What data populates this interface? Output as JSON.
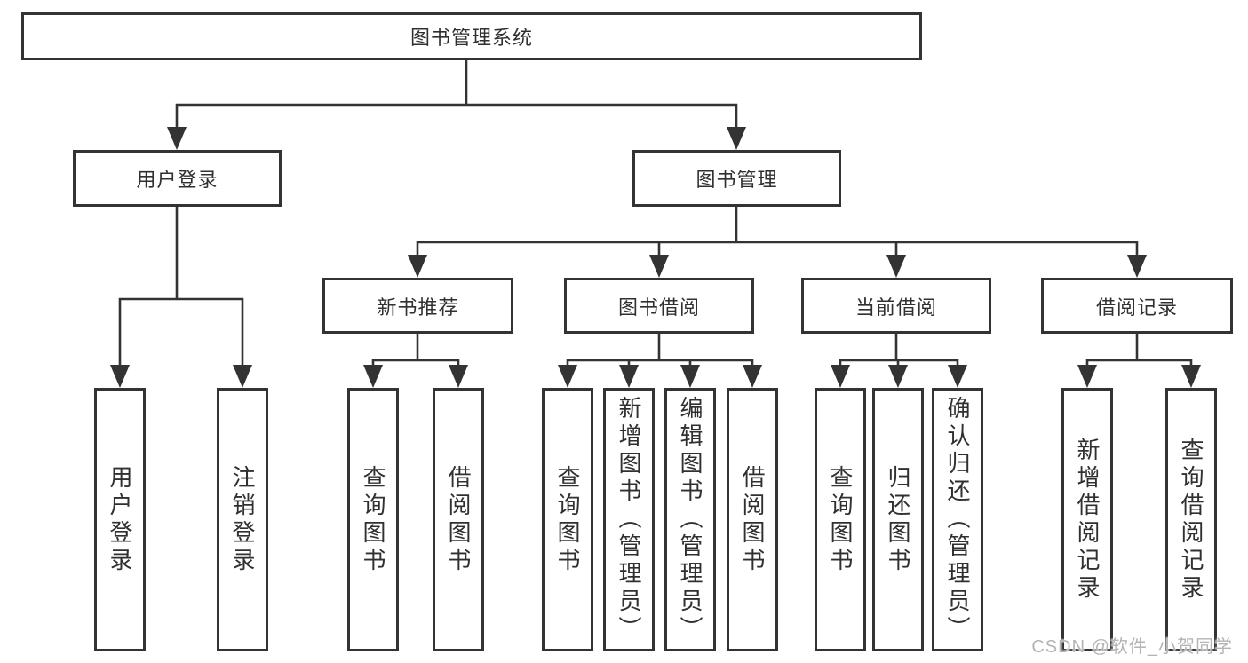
{
  "tree": {
    "root": {
      "label": "图书管理系统"
    },
    "branches": [
      {
        "label": "用户登录",
        "children": [
          {
            "label": "用户登录"
          },
          {
            "label": "注销登录"
          }
        ]
      },
      {
        "label": "图书管理",
        "children": [
          {
            "label": "新书推荐",
            "children": [
              {
                "label": "查询图书"
              },
              {
                "label": "借阅图书"
              }
            ]
          },
          {
            "label": "图书借阅",
            "children": [
              {
                "label": "查询图书"
              },
              {
                "label": "新增图书（管理员）"
              },
              {
                "label": "编辑图书（管理员）"
              },
              {
                "label": "借阅图书"
              }
            ]
          },
          {
            "label": "当前借阅",
            "children": [
              {
                "label": "查询图书"
              },
              {
                "label": "归还图书"
              },
              {
                "label": "确认归还（管理员）"
              }
            ]
          },
          {
            "label": "借阅记录",
            "children": [
              {
                "label": "新增借阅记录"
              },
              {
                "label": "查询借阅记录"
              }
            ]
          }
        ]
      }
    ]
  },
  "watermark": "CSDN @软件_小贺同学",
  "colors": {
    "line": "#333333",
    "text": "#303030",
    "watermark": "#b4b4b4",
    "background": "#ffffff"
  }
}
